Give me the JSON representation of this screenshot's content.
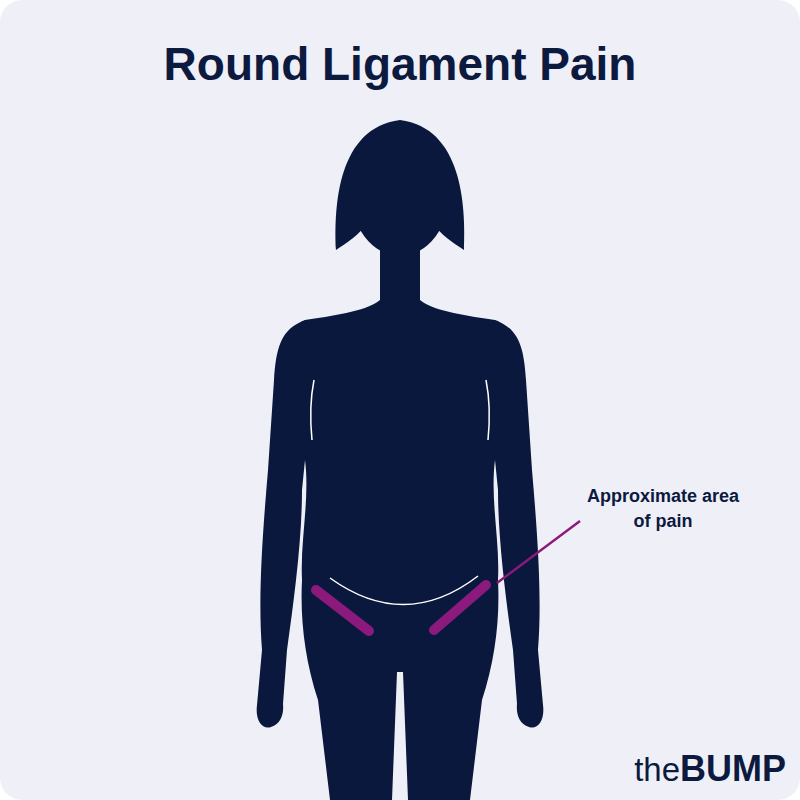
{
  "diagram": {
    "title": "Round Ligament Pain",
    "labels": [
      "Approximate area of pain",
      "the",
      "BUMP"
    ]
  }
}
